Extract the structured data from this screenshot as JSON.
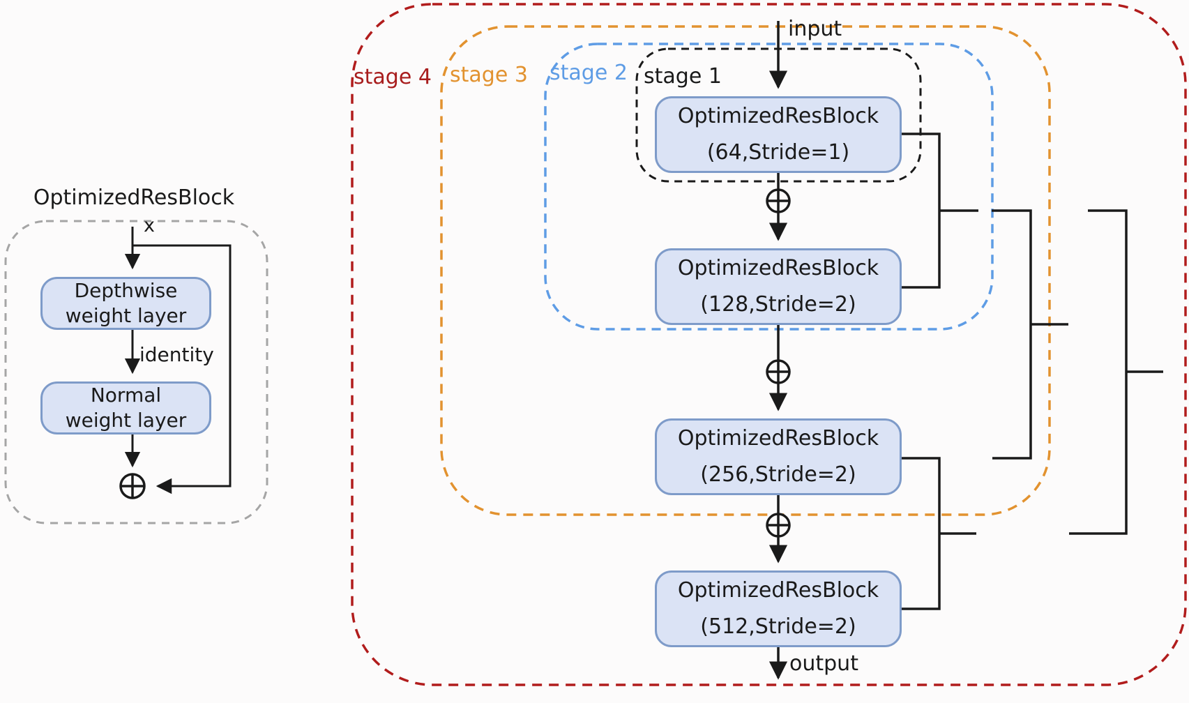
{
  "left_panel": {
    "title": "OptimizedResBlock",
    "input_label": "x",
    "identity_label": "identity",
    "blocks": [
      {
        "line1": "Depthwise",
        "line2": "weight layer"
      },
      {
        "line1": "Normal",
        "line2": "weight layer"
      }
    ]
  },
  "main_panel": {
    "input_label": "input",
    "output_label": "output",
    "stages": [
      {
        "label": "stage 4",
        "color": "#a81d1d"
      },
      {
        "label": "stage 3",
        "color": "#e2922f"
      },
      {
        "label": "stage 2",
        "color": "#5e9ce5"
      },
      {
        "label": "stage 1",
        "color": "#1a1a1a"
      }
    ],
    "blocks": [
      {
        "line1": "OptimizedResBlock",
        "line2": "(64,Stride=1)"
      },
      {
        "line1": "OptimizedResBlock",
        "line2": "(128,Stride=2)"
      },
      {
        "line1": "OptimizedResBlock",
        "line2": "(256,Stride=2)"
      },
      {
        "line1": "OptimizedResBlock",
        "line2": "(512,Stride=2)"
      }
    ]
  },
  "colors": {
    "block_fill": "#dbe3f5",
    "block_border": "#7e9bc9",
    "line_black": "#1a1a1a",
    "stage4_red": "#a81d1d",
    "stage3_orange": "#e2922f",
    "stage2_blue": "#5e9ce5",
    "stage1_black": "#1a1a1a",
    "detail_box_gray": "#a5a5a5"
  }
}
